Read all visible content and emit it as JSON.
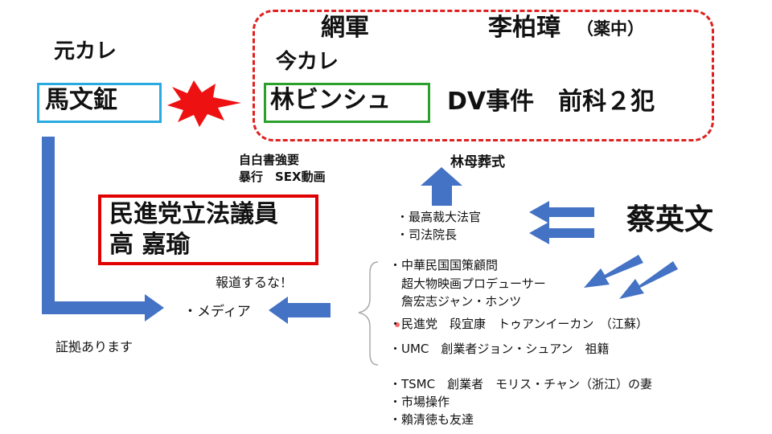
{
  "colors": {
    "arrow_blue": "#4472c4",
    "dashed_red": "#e02020",
    "box_cyan": "#29abe2",
    "box_green": "#2ca02c",
    "box_red": "#e00000",
    "burst_red": "#ee1111"
  },
  "labels": {
    "ex_boyfriend": "元カレ",
    "netarmy": "網軍",
    "li": "李柏璋",
    "li_note": "（薬中）",
    "current_boyfriend": "今カレ",
    "ma": "馬文鉦",
    "lin": "林ビンシュ",
    "dv": "DV事件　前科２犯",
    "self_confession": "自白書強要",
    "violence": "暴行　SEX動画",
    "funeral": "林母葬式",
    "legislator_role": "民進党立法議員",
    "legislator_name": "高 嘉瑜",
    "court_1": "・最高裁大法官",
    "court_2": "・司法院長",
    "tsai": "蔡英文",
    "report_not": "報道するな！",
    "media": "・メディア",
    "evidence": "証拠あります"
  },
  "list_items": [
    "・中華民国国策顧問",
    "　超大物映画プロデューサー",
    "　詹宏志ジャン・ホンツ",
    "・民進党　段宜康　トゥアンイーカン　（江蘇）",
    "・UMC　創業者ジョン・シュアン　祖籍",
    "・TSMC　創業者　モリス・チャン（浙江）の妻",
    "・市場操作",
    "・賴清徳も友達"
  ]
}
